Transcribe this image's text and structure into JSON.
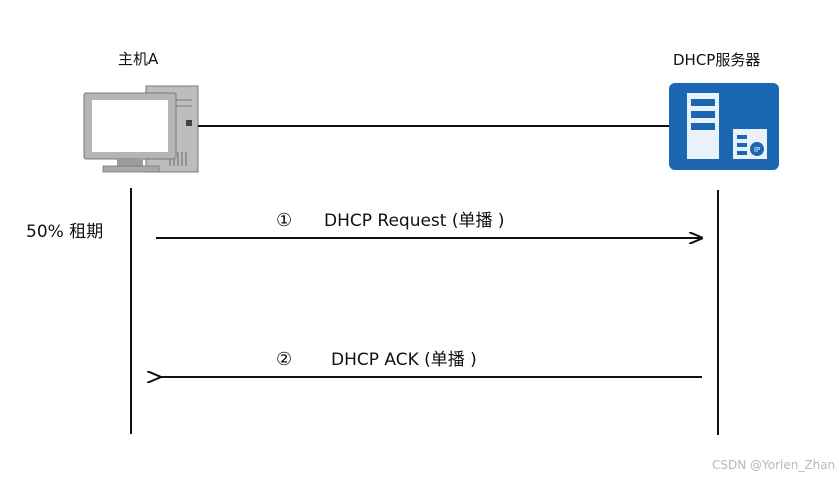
{
  "host": {
    "label": "主机A",
    "icon": "desktop-computer-icon"
  },
  "server": {
    "label": "DHCP服务器",
    "icon": "dhcp-server-icon",
    "color": "#1b67b3"
  },
  "lease_label": "50% 租期",
  "messages": [
    {
      "step": "①",
      "text": "DHCP Request (单播 )",
      "direction": "host-to-server"
    },
    {
      "step": "②",
      "text": "DHCP ACK (单播 )",
      "direction": "server-to-host"
    }
  ],
  "watermark": "CSDN @Yorlen_Zhang"
}
